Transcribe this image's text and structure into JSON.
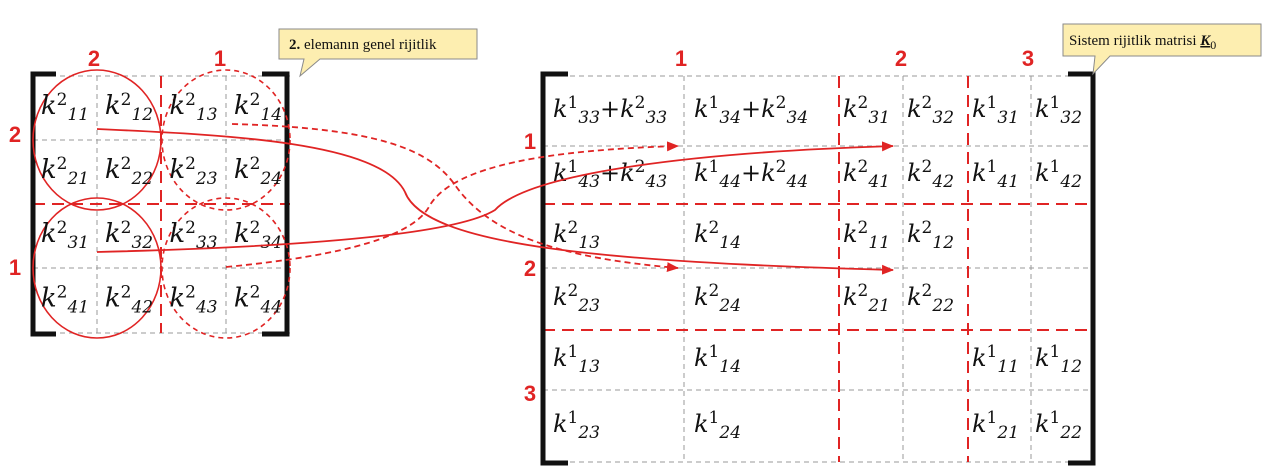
{
  "callouts": {
    "element": {
      "bold": "2.",
      "text": " elemanın genel rijitlik"
    },
    "system": {
      "text": "Sistem rijitlik matrisi ",
      "symbol": "K",
      "subscript": "0"
    }
  },
  "colors": {
    "accent": "#e02424",
    "callout_fill": "#fdeeb0",
    "callout_stroke": "#8a8a8a",
    "text": "#111111",
    "grid": "#9a9a9a"
  },
  "element_matrix": {
    "column_node_labels": [
      "2",
      "1"
    ],
    "row_node_labels": [
      "2",
      "1"
    ],
    "cells": [
      [
        {
          "b": "k",
          "sup": "2",
          "sub": "11"
        },
        {
          "b": "k",
          "sup": "2",
          "sub": "12"
        },
        {
          "b": "k",
          "sup": "2",
          "sub": "13"
        },
        {
          "b": "k",
          "sup": "2",
          "sub": "14"
        }
      ],
      [
        {
          "b": "k",
          "sup": "2",
          "sub": "21"
        },
        {
          "b": "k",
          "sup": "2",
          "sub": "22"
        },
        {
          "b": "k",
          "sup": "2",
          "sub": "23"
        },
        {
          "b": "k",
          "sup": "2",
          "sub": "24"
        }
      ],
      [
        {
          "b": "k",
          "sup": "2",
          "sub": "31"
        },
        {
          "b": "k",
          "sup": "2",
          "sub": "32"
        },
        {
          "b": "k",
          "sup": "2",
          "sub": "33"
        },
        {
          "b": "k",
          "sup": "2",
          "sub": "34"
        }
      ],
      [
        {
          "b": "k",
          "sup": "2",
          "sub": "41"
        },
        {
          "b": "k",
          "sup": "2",
          "sub": "42"
        },
        {
          "b": "k",
          "sup": "2",
          "sub": "43"
        },
        {
          "b": "k",
          "sup": "2",
          "sub": "44"
        }
      ]
    ]
  },
  "system_matrix": {
    "column_node_labels": [
      "1",
      "2",
      "3"
    ],
    "row_node_labels": [
      "1",
      "2",
      "3"
    ],
    "cells": [
      [
        [
          {
            "b": "k",
            "sup": "1",
            "sub": "33"
          },
          {
            "b": "k",
            "sup": "2",
            "sub": "33"
          }
        ],
        [
          {
            "b": "k",
            "sup": "1",
            "sub": "34"
          },
          {
            "b": "k",
            "sup": "2",
            "sub": "34"
          }
        ],
        [
          {
            "b": "k",
            "sup": "2",
            "sub": "31"
          }
        ],
        [
          {
            "b": "k",
            "sup": "2",
            "sub": "32"
          }
        ],
        [
          {
            "b": "k",
            "sup": "1",
            "sub": "31"
          }
        ],
        [
          {
            "b": "k",
            "sup": "1",
            "sub": "32"
          }
        ]
      ],
      [
        [
          {
            "b": "k",
            "sup": "1",
            "sub": "43"
          },
          {
            "b": "k",
            "sup": "2",
            "sub": "43"
          }
        ],
        [
          {
            "b": "k",
            "sup": "1",
            "sub": "44"
          },
          {
            "b": "k",
            "sup": "2",
            "sub": "44"
          }
        ],
        [
          {
            "b": "k",
            "sup": "2",
            "sub": "41"
          }
        ],
        [
          {
            "b": "k",
            "sup": "2",
            "sub": "42"
          }
        ],
        [
          {
            "b": "k",
            "sup": "1",
            "sub": "41"
          }
        ],
        [
          {
            "b": "k",
            "sup": "1",
            "sub": "42"
          }
        ]
      ],
      [
        [
          {
            "b": "k",
            "sup": "2",
            "sub": "13"
          }
        ],
        [
          {
            "b": "k",
            "sup": "2",
            "sub": "14"
          }
        ],
        [
          {
            "b": "k",
            "sup": "2",
            "sub": "11"
          }
        ],
        [
          {
            "b": "k",
            "sup": "2",
            "sub": "12"
          }
        ],
        [],
        []
      ],
      [
        [
          {
            "b": "k",
            "sup": "2",
            "sub": "23"
          }
        ],
        [
          {
            "b": "k",
            "sup": "2",
            "sub": "24"
          }
        ],
        [
          {
            "b": "k",
            "sup": "2",
            "sub": "21"
          }
        ],
        [
          {
            "b": "k",
            "sup": "2",
            "sub": "22"
          }
        ],
        [],
        []
      ],
      [
        [
          {
            "b": "k",
            "sup": "1",
            "sub": "13"
          }
        ],
        [
          {
            "b": "k",
            "sup": "1",
            "sub": "14"
          }
        ],
        [],
        [],
        [
          {
            "b": "k",
            "sup": "1",
            "sub": "11"
          }
        ],
        [
          {
            "b": "k",
            "sup": "1",
            "sub": "12"
          }
        ]
      ],
      [
        [
          {
            "b": "k",
            "sup": "1",
            "sub": "23"
          }
        ],
        [
          {
            "b": "k",
            "sup": "1",
            "sub": "24"
          }
        ],
        [],
        [],
        [
          {
            "b": "k",
            "sup": "1",
            "sub": "21"
          }
        ],
        [
          {
            "b": "k",
            "sup": "1",
            "sub": "22"
          }
        ]
      ]
    ]
  }
}
